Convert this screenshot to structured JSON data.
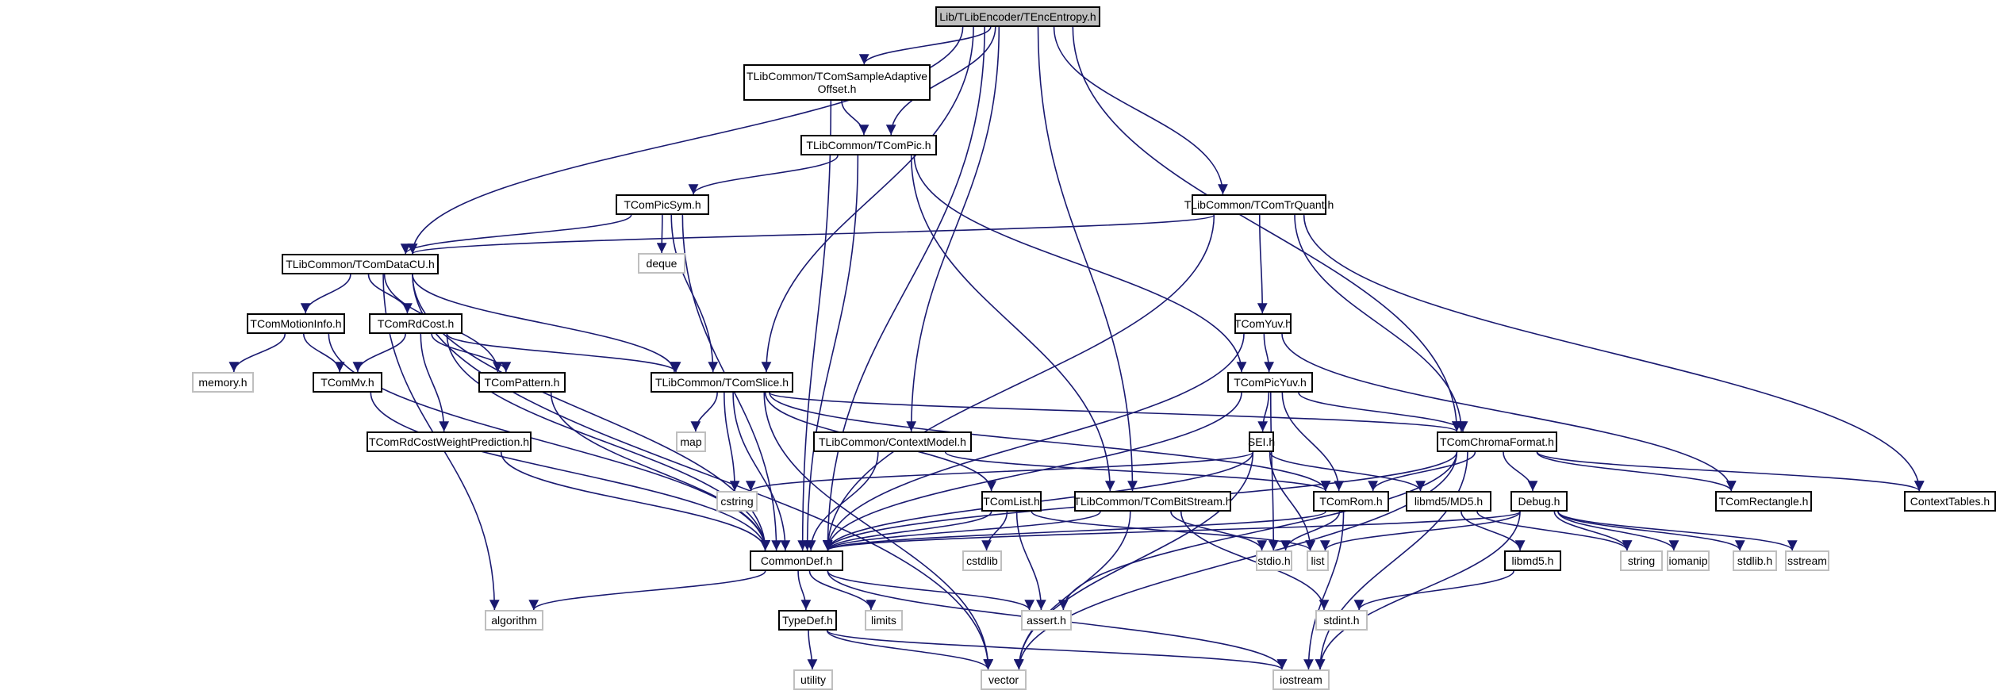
{
  "title": "Lib/TLibEncoder/TEncEntropy.h include dependency graph",
  "edge_color": "#191970",
  "nodes": [
    {
      "id": "root",
      "label": "Lib/TLibEncoder/TEncEntropy.h",
      "kind": "root"
    },
    {
      "id": "sao",
      "label": "TLibCommon/TComSampleAdaptive\nOffset.h",
      "kind": "file"
    },
    {
      "id": "pic",
      "label": "TLibCommon/TComPic.h",
      "kind": "file"
    },
    {
      "id": "picsym",
      "label": "TComPicSym.h",
      "kind": "file"
    },
    {
      "id": "deque",
      "label": "deque",
      "kind": "sys"
    },
    {
      "id": "datacu",
      "label": "TLibCommon/TComDataCU.h",
      "kind": "file"
    },
    {
      "id": "trquant",
      "label": "TLibCommon/TComTrQuant.h",
      "kind": "file"
    },
    {
      "id": "motion",
      "label": "TComMotionInfo.h",
      "kind": "file"
    },
    {
      "id": "rdcost",
      "label": "TComRdCost.h",
      "kind": "file"
    },
    {
      "id": "memory",
      "label": "memory.h",
      "kind": "sys"
    },
    {
      "id": "mv",
      "label": "TComMv.h",
      "kind": "file"
    },
    {
      "id": "pattern",
      "label": "TComPattern.h",
      "kind": "file"
    },
    {
      "id": "slice",
      "label": "TLibCommon/TComSlice.h",
      "kind": "file"
    },
    {
      "id": "yuv",
      "label": "TComYuv.h",
      "kind": "file"
    },
    {
      "id": "picyuv",
      "label": "TComPicYuv.h",
      "kind": "file"
    },
    {
      "id": "rdwp",
      "label": "TComRdCostWeightPrediction.h",
      "kind": "file"
    },
    {
      "id": "map",
      "label": "map",
      "kind": "sys"
    },
    {
      "id": "ctxmodel",
      "label": "TLibCommon/ContextModel.h",
      "kind": "file"
    },
    {
      "id": "sei",
      "label": "SEI.h",
      "kind": "file"
    },
    {
      "id": "chroma",
      "label": "TComChromaFormat.h",
      "kind": "file"
    },
    {
      "id": "cstring",
      "label": "cstring",
      "kind": "sys"
    },
    {
      "id": "list_h",
      "label": "TComList.h",
      "kind": "file"
    },
    {
      "id": "bitstream",
      "label": "TLibCommon/TComBitStream.h",
      "kind": "file"
    },
    {
      "id": "rom",
      "label": "TComRom.h",
      "kind": "file"
    },
    {
      "id": "md5",
      "label": "libmd5/MD5.h",
      "kind": "file"
    },
    {
      "id": "debug",
      "label": "Debug.h",
      "kind": "file"
    },
    {
      "id": "rect",
      "label": "TComRectangle.h",
      "kind": "file"
    },
    {
      "id": "ctxtables",
      "label": "ContextTables.h",
      "kind": "file"
    },
    {
      "id": "commondef",
      "label": "CommonDef.h",
      "kind": "file"
    },
    {
      "id": "cstdlib",
      "label": "cstdlib",
      "kind": "sys"
    },
    {
      "id": "stdio",
      "label": "stdio.h",
      "kind": "sys"
    },
    {
      "id": "list",
      "label": "list",
      "kind": "sys"
    },
    {
      "id": "libmd5",
      "label": "libmd5.h",
      "kind": "file"
    },
    {
      "id": "string",
      "label": "string",
      "kind": "sys"
    },
    {
      "id": "iomanip",
      "label": "iomanip",
      "kind": "sys"
    },
    {
      "id": "stdlib",
      "label": "stdlib.h",
      "kind": "sys"
    },
    {
      "id": "sstream",
      "label": "sstream",
      "kind": "sys"
    },
    {
      "id": "algorithm",
      "label": "algorithm",
      "kind": "sys"
    },
    {
      "id": "typedef",
      "label": "TypeDef.h",
      "kind": "file"
    },
    {
      "id": "limits",
      "label": "limits",
      "kind": "sys"
    },
    {
      "id": "assert",
      "label": "assert.h",
      "kind": "sys"
    },
    {
      "id": "stdint",
      "label": "stdint.h",
      "kind": "sys"
    },
    {
      "id": "utility",
      "label": "utility",
      "kind": "sys"
    },
    {
      "id": "vector",
      "label": "vector",
      "kind": "sys"
    },
    {
      "id": "iostream",
      "label": "iostream",
      "kind": "sys"
    }
  ],
  "edges": [
    [
      "root",
      "sao"
    ],
    [
      "root",
      "pic"
    ],
    [
      "root",
      "datacu"
    ],
    [
      "root",
      "commondef"
    ],
    [
      "root",
      "slice"
    ],
    [
      "root",
      "ctxmodel"
    ],
    [
      "root",
      "bitstream"
    ],
    [
      "root",
      "trquant"
    ],
    [
      "root",
      "chroma"
    ],
    [
      "sao",
      "pic"
    ],
    [
      "sao",
      "commondef"
    ],
    [
      "pic",
      "picsym"
    ],
    [
      "pic",
      "commondef"
    ],
    [
      "pic",
      "bitstream"
    ],
    [
      "pic",
      "picyuv"
    ],
    [
      "picsym",
      "datacu"
    ],
    [
      "picsym",
      "deque"
    ],
    [
      "picsym",
      "slice"
    ],
    [
      "picsym",
      "commondef"
    ],
    [
      "trquant",
      "datacu"
    ],
    [
      "trquant",
      "yuv"
    ],
    [
      "trquant",
      "chroma"
    ],
    [
      "trquant",
      "commondef"
    ],
    [
      "trquant",
      "ctxtables"
    ],
    [
      "datacu",
      "motion"
    ],
    [
      "datacu",
      "rdcost"
    ],
    [
      "datacu",
      "pattern"
    ],
    [
      "datacu",
      "slice"
    ],
    [
      "datacu",
      "commondef"
    ],
    [
      "datacu",
      "algorithm"
    ],
    [
      "datacu",
      "vector"
    ],
    [
      "motion",
      "memory"
    ],
    [
      "motion",
      "mv"
    ],
    [
      "motion",
      "commondef"
    ],
    [
      "rdcost",
      "mv"
    ],
    [
      "rdcost",
      "pattern"
    ],
    [
      "rdcost",
      "slice"
    ],
    [
      "rdcost",
      "rdwp"
    ],
    [
      "rdcost",
      "commondef"
    ],
    [
      "mv",
      "commondef"
    ],
    [
      "pattern",
      "commondef"
    ],
    [
      "rdwp",
      "commondef"
    ],
    [
      "slice",
      "map"
    ],
    [
      "slice",
      "cstring"
    ],
    [
      "slice",
      "list_h"
    ],
    [
      "slice",
      "commondef"
    ],
    [
      "slice",
      "rom"
    ],
    [
      "slice",
      "chroma"
    ],
    [
      "slice",
      "vector"
    ],
    [
      "yuv",
      "picyuv"
    ],
    [
      "yuv",
      "commondef"
    ],
    [
      "yuv",
      "rect"
    ],
    [
      "picyuv",
      "sei"
    ],
    [
      "picyuv",
      "rom"
    ],
    [
      "picyuv",
      "chroma"
    ],
    [
      "picyuv",
      "commondef"
    ],
    [
      "picyuv",
      "stdio"
    ],
    [
      "ctxmodel",
      "commondef"
    ],
    [
      "ctxmodel",
      "rom"
    ],
    [
      "sei",
      "commondef"
    ],
    [
      "sei",
      "cstring"
    ],
    [
      "sei",
      "md5"
    ],
    [
      "sei",
      "list"
    ],
    [
      "sei",
      "vector"
    ],
    [
      "chroma",
      "rom"
    ],
    [
      "chroma",
      "commondef"
    ],
    [
      "chroma",
      "debug"
    ],
    [
      "chroma",
      "rect"
    ],
    [
      "chroma",
      "ctxtables"
    ],
    [
      "chroma",
      "assert"
    ],
    [
      "chroma",
      "vector"
    ],
    [
      "chroma",
      "iostream"
    ],
    [
      "list_h",
      "commondef"
    ],
    [
      "list_h",
      "cstdlib"
    ],
    [
      "list_h",
      "assert"
    ],
    [
      "list_h",
      "list"
    ],
    [
      "bitstream",
      "commondef"
    ],
    [
      "bitstream",
      "stdio"
    ],
    [
      "bitstream",
      "stdint"
    ],
    [
      "bitstream",
      "vector"
    ],
    [
      "rom",
      "commondef"
    ],
    [
      "rom",
      "stdio"
    ],
    [
      "rom",
      "iostream"
    ],
    [
      "md5",
      "libmd5"
    ],
    [
      "md5",
      "string"
    ],
    [
      "libmd5",
      "stdint"
    ],
    [
      "debug",
      "commondef"
    ],
    [
      "debug",
      "list"
    ],
    [
      "debug",
      "string"
    ],
    [
      "debug",
      "iomanip"
    ],
    [
      "debug",
      "stdlib"
    ],
    [
      "debug",
      "sstream"
    ],
    [
      "debug",
      "iostream"
    ],
    [
      "commondef",
      "algorithm"
    ],
    [
      "commondef",
      "typedef"
    ],
    [
      "commondef",
      "limits"
    ],
    [
      "commondef",
      "assert"
    ],
    [
      "commondef",
      "iostream"
    ],
    [
      "typedef",
      "utility"
    ],
    [
      "typedef",
      "vector"
    ],
    [
      "typedef",
      "iostream"
    ]
  ]
}
